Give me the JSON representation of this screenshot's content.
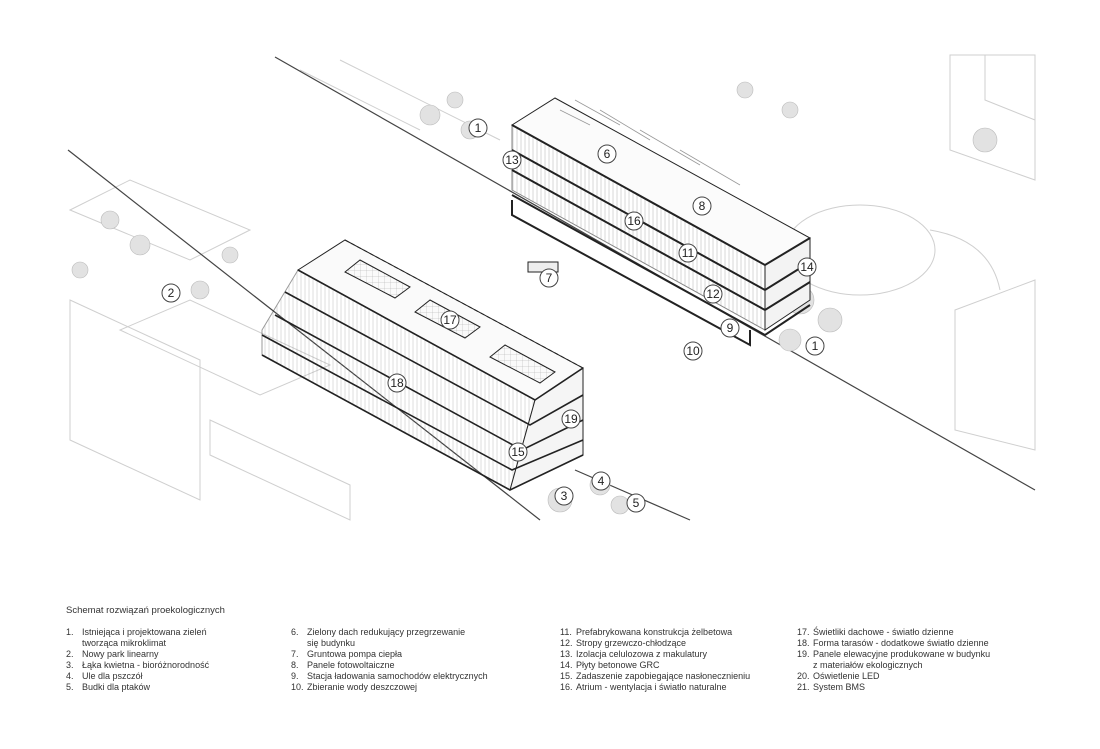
{
  "diagram": {
    "callouts": [
      "1",
      "1",
      "2",
      "3",
      "4",
      "5",
      "6",
      "7",
      "8",
      "9",
      "10",
      "11",
      "12",
      "13",
      "14",
      "15",
      "16",
      "17",
      "18",
      "19"
    ]
  },
  "legend": {
    "title": "Schemat rozwiązań proekologicznych",
    "columns": [
      [
        {
          "n": "1.",
          "t": "Istniejąca i projektowana zieleń\ntworząca mikroklimat"
        },
        {
          "n": "2.",
          "t": "Nowy park linearny"
        },
        {
          "n": "3.",
          "t": "Łąka kwietna - bioróżnorodność"
        },
        {
          "n": "4.",
          "t": "Ule dla pszczół"
        },
        {
          "n": "5.",
          "t": "Budki dla ptaków"
        }
      ],
      [
        {
          "n": "6.",
          "t": "Zielony dach redukujący przegrzewanie\nsię budynku"
        },
        {
          "n": "7.",
          "t": "Gruntowa pompa ciepła"
        },
        {
          "n": "8.",
          "t": "Panele fotowoltaiczne"
        },
        {
          "n": "9.",
          "t": "Stacja ładowania samochodów elektrycznych"
        },
        {
          "n": "10.",
          "t": "Zbieranie wody deszczowej"
        }
      ],
      [
        {
          "n": "11.",
          "t": "Prefabrykowana konstrukcja żelbetowa"
        },
        {
          "n": "12.",
          "t": "Stropy grzewczo-chłodzące"
        },
        {
          "n": "13.",
          "t": "Izolacja celulozowa z makulatury"
        },
        {
          "n": "14.",
          "t": "Płyty betonowe GRC"
        },
        {
          "n": "15.",
          "t": "Zadaszenie zapobiegające nasłonecznieniu"
        },
        {
          "n": "16.",
          "t": "Atrium - wentylacja i światło naturalne"
        }
      ],
      [
        {
          "n": "17.",
          "t": "Świetliki dachowe - światło dzienne"
        },
        {
          "n": "18.",
          "t": "Forma tarasów - dodatkowe światło dzienne"
        },
        {
          "n": "19.",
          "t": "Panele elewacyjne produkowane w budynku\nz materiałów ekologicznych"
        },
        {
          "n": "20.",
          "t": "Oświetlenie LED"
        },
        {
          "n": "21.",
          "t": "System BMS"
        }
      ]
    ]
  }
}
